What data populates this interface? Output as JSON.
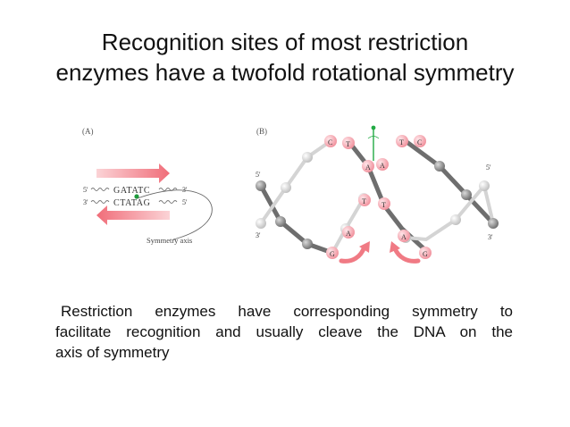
{
  "slide": {
    "title_line1": "Recognition sites of most restriction",
    "title_line2": "enzymes have a twofold rotational symmetry",
    "body_line1": "Restriction enzymes have corresponding symmetry to",
    "body_line2": "facilitate recognition and usually cleave the DNA on the",
    "body_line3": "axis of symmetry"
  },
  "panel_a": {
    "label": "(A)",
    "top_5prime": "5'",
    "top_seq": "GATATC",
    "top_3prime": "3'",
    "bottom_3prime": "3'",
    "bottom_seq": "CTATAG",
    "bottom_5prime": "5'",
    "axis_label": "Symmetry axis"
  },
  "panel_b": {
    "label": "(B)",
    "end_left_top": "5'",
    "end_left_bottom": "3'",
    "end_right_top": "5'",
    "end_right_bottom": "3'",
    "bases": {
      "c1": "C",
      "t1": "T",
      "a1": "A",
      "a2": "A",
      "t2": "T",
      "c2": "C",
      "t3": "T",
      "t4": "T",
      "a3": "A",
      "a4": "A",
      "g1": "G",
      "g2": "G"
    }
  },
  "colors": {
    "arrow_pink": "#f07a84",
    "base_pink": "#f6b8c0",
    "axis_green": "#22aa44",
    "axis_dot": "#1e9a3c",
    "strand_gray": "#6e6e6e"
  }
}
